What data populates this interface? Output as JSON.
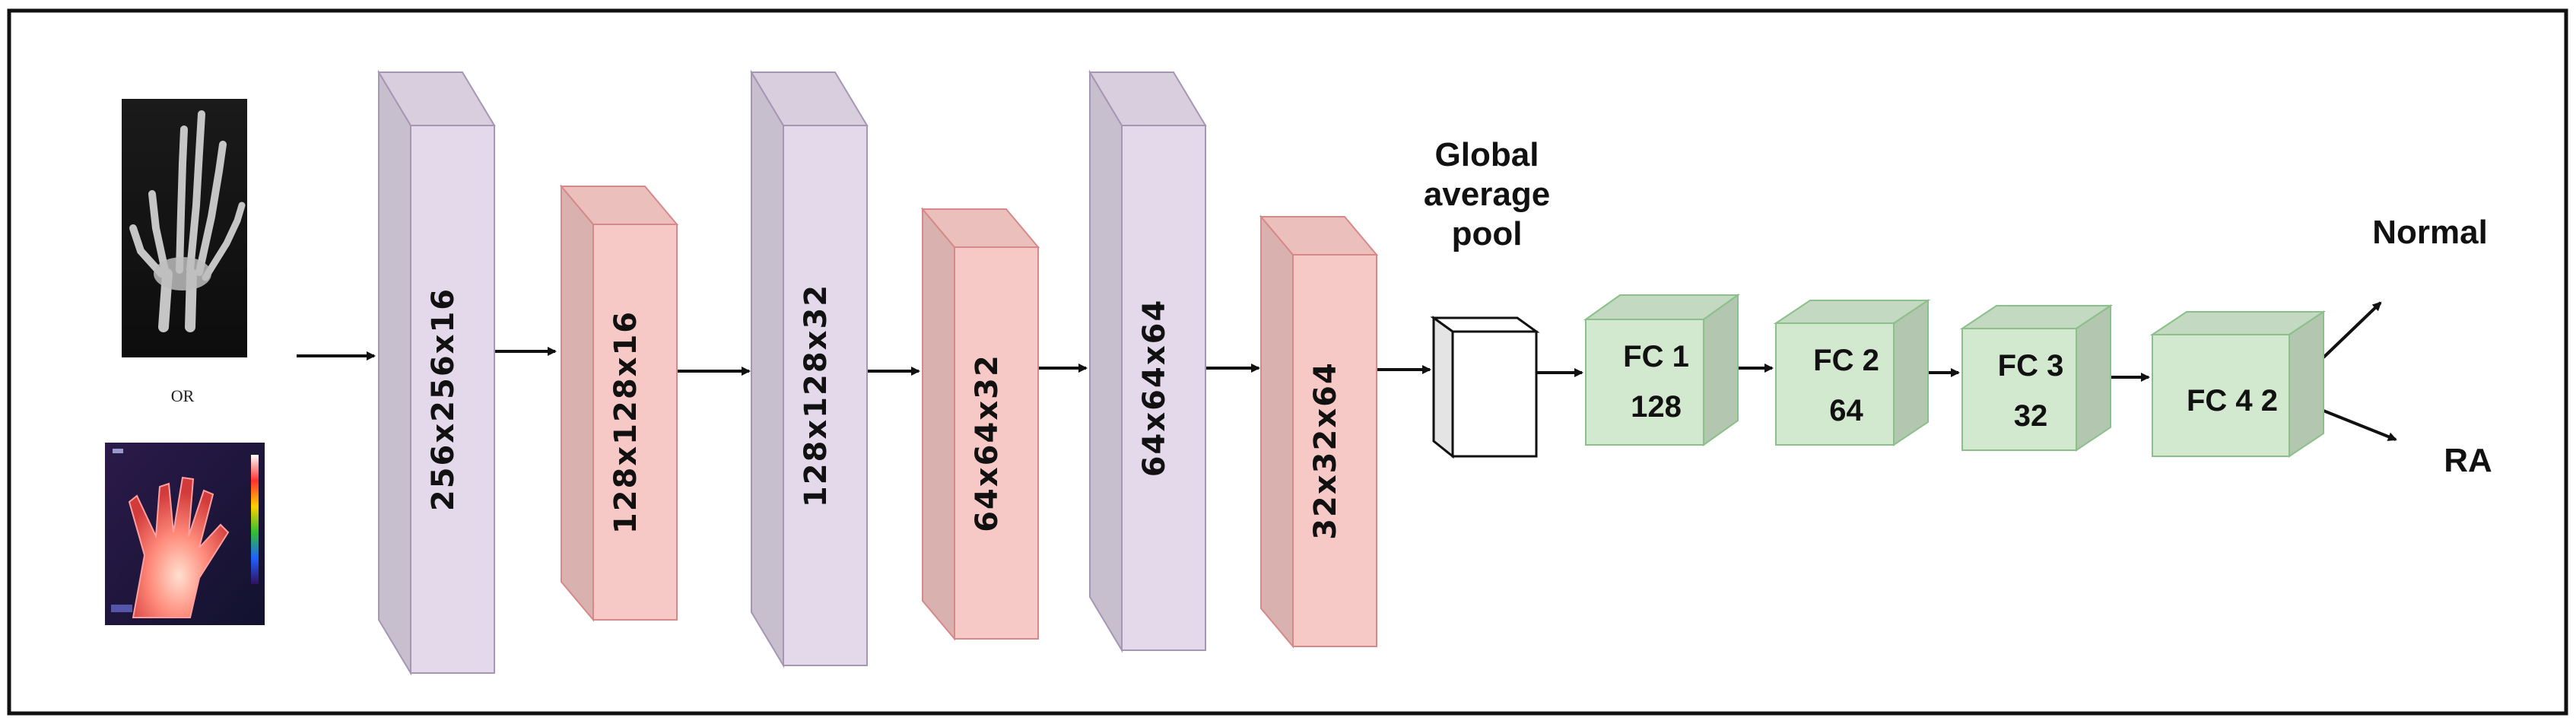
{
  "diagram": {
    "input": {
      "separator": "OR",
      "xray_image": "hand-xray-image",
      "thermal_image": "hand-thermal-image"
    },
    "conv_layers": [
      {
        "label": "256x256x16",
        "kind": "conv",
        "color": "#e3d9ea"
      },
      {
        "label": "128x128x16",
        "kind": "pool",
        "color": "#f7c9c6"
      },
      {
        "label": "128x128x32",
        "kind": "conv",
        "color": "#e3d9ea"
      },
      {
        "label": "64x64x32",
        "kind": "pool",
        "color": "#f7c9c6"
      },
      {
        "label": "64x64x64",
        "kind": "conv",
        "color": "#e3d9ea"
      },
      {
        "label": "32x32x64",
        "kind": "pool",
        "color": "#f7c9c6"
      }
    ],
    "global_pool": {
      "label_lines": [
        "Global",
        "average",
        "pool"
      ]
    },
    "fc_layers": [
      {
        "name": "FC 1",
        "units": "128"
      },
      {
        "name": "FC 2",
        "units": "64"
      },
      {
        "name": "FC 3",
        "units": "32"
      },
      {
        "name": "FC 4 2",
        "units": ""
      }
    ],
    "outputs": [
      "Normal",
      "RA"
    ],
    "colors": {
      "conv": "#e3d9ea",
      "pool": "#f7c9c6",
      "fc": "#d3e9cf",
      "gap": "#ffffff",
      "border": "#111111"
    }
  }
}
